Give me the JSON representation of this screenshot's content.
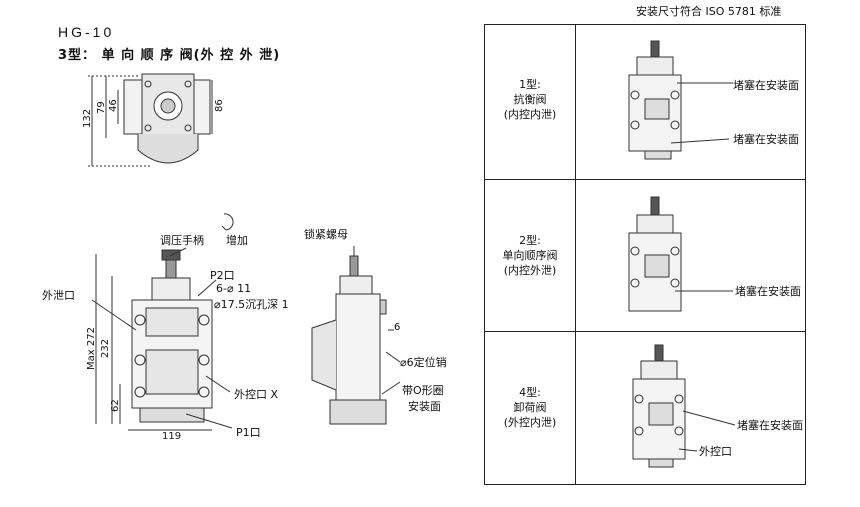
{
  "header": {
    "model": "HG-10",
    "subtitle": "3型： 单 向 顺 序 阀(外 控 外 泄)",
    "standard_note": "安装尺寸符合 ISO 5781 标准"
  },
  "top_view": {
    "dims": [
      "132",
      "79",
      "46",
      "86"
    ]
  },
  "front_view": {
    "labels": {
      "handle": "调压手柄",
      "increase": "增加",
      "p2": "P2口",
      "bolt1": "6-⌀ 11",
      "bolt2": "⌀17.5沉孔深 1",
      "drain": "外泄口",
      "pilot": "外控口 X",
      "p1": "P1口"
    },
    "dims": [
      "Max 272",
      "232",
      "62",
      "119"
    ]
  },
  "side_view": {
    "labels": {
      "locknut": "锁紧螺母",
      "pin": "⌀6定位销",
      "oring1": "带O形圈",
      "oring2": "安装面"
    },
    "dims": [
      "6"
    ]
  },
  "table": {
    "rows": [
      {
        "name": [
          "1型:",
          "抗衡阀",
          "(内控内泄)"
        ],
        "callouts": [
          "堵塞在安装面",
          "堵塞在安装面"
        ]
      },
      {
        "name": [
          "2型:",
          "单向顺序阀",
          "(内控外泄)"
        ],
        "callouts": [
          "堵塞在安装面"
        ]
      },
      {
        "name": [
          "4型:",
          "卸荷阀",
          "(外控内泄)"
        ],
        "callouts": [
          "堵塞在安装面",
          "外控口"
        ]
      }
    ]
  }
}
